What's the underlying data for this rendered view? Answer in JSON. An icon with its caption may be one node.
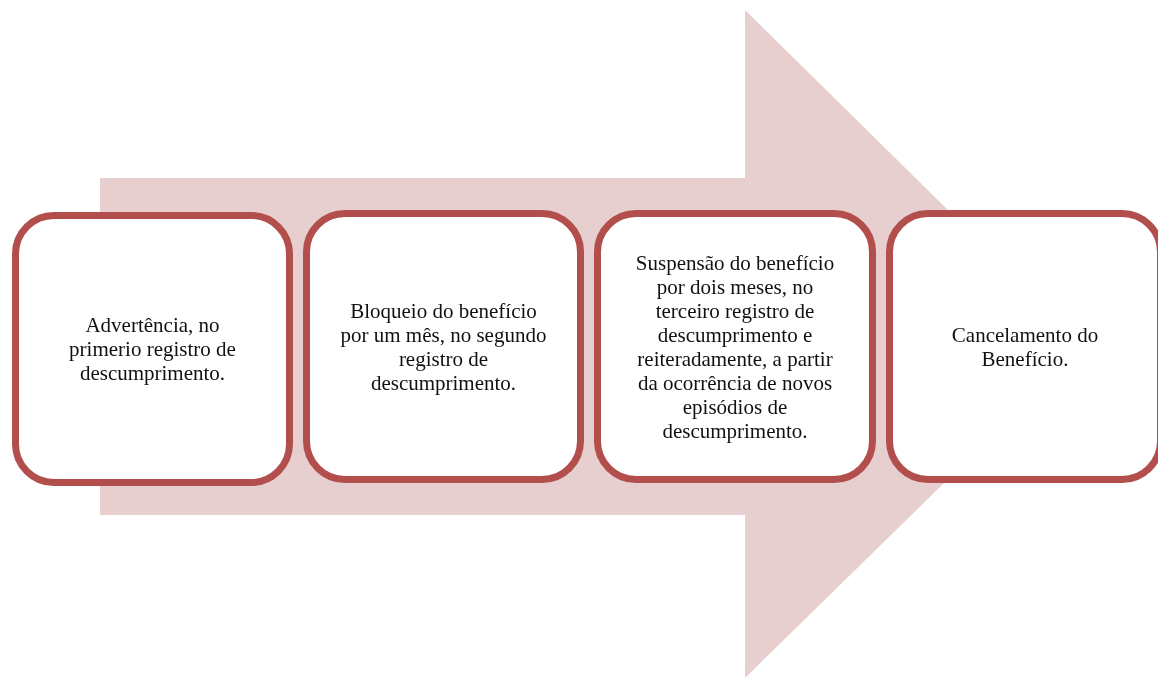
{
  "diagram": {
    "nodes": [
      {
        "text": [
          "Advertência, no primerio registro de descumprimento."
        ]
      },
      {
        "text": [
          "Bloqueio do benefício por um mês, no segundo registro de descumprimento."
        ]
      },
      {
        "text": [
          "Suspensão do benefício por dois meses, no terceiro registro de descumprimento e reiteradamente, a partir da ocorrência de novos episódios de descumprimento."
        ]
      },
      {
        "text": [
          "Cancelamento do Benefício."
        ]
      }
    ],
    "edges": [
      {
        "from": 0,
        "to": 3,
        "arrow": "to"
      }
    ]
  }
}
